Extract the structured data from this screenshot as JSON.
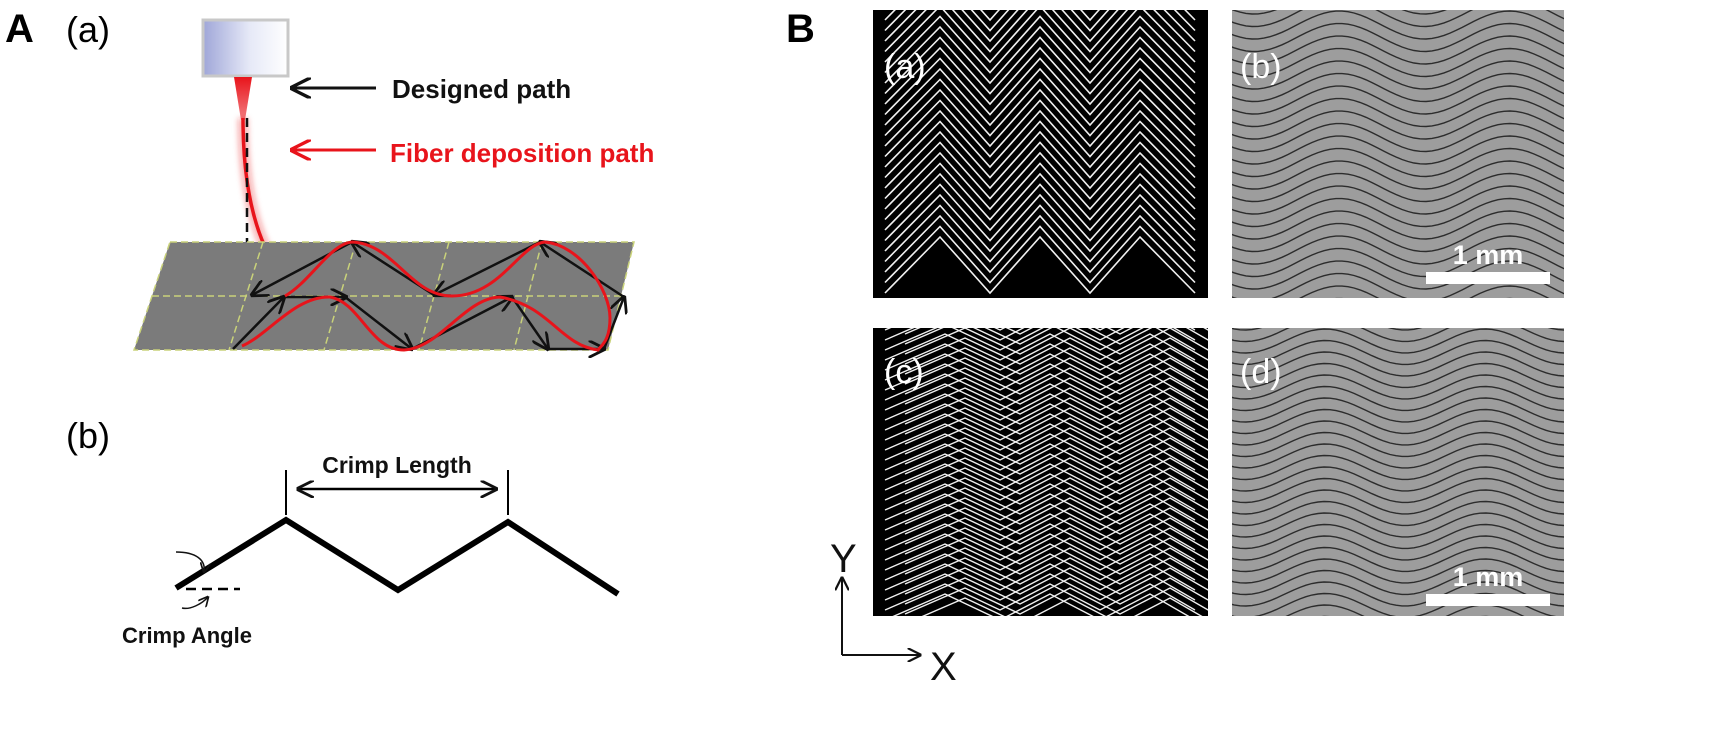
{
  "panel_a": {
    "letter": "A",
    "sub_a_label": "(a)",
    "designed_path_label": "Designed path",
    "fiber_path_label": "Fiber deposition path",
    "sub_b_label": "(b)",
    "crimp_length_label": "Crimp Length",
    "crimp_angle_label": "Crimp Angle"
  },
  "panel_b": {
    "letter": "B",
    "tiles": [
      {
        "label": "(a)",
        "kind": "zigzag-single"
      },
      {
        "label": "(b)",
        "kind": "micrograph",
        "scale_bar": "1 mm"
      },
      {
        "label": "(c)",
        "kind": "zigzag-offset"
      },
      {
        "label": "(d)",
        "kind": "micrograph",
        "scale_bar": "1 mm"
      }
    ],
    "axis_y_label": "Y",
    "axis_x_label": "X"
  },
  "colors": {
    "fiber_red": "#e8141b",
    "designed_black": "#111111",
    "substrate_gray": "#7b7b7b",
    "grid_yellow": "#c9d27a",
    "tile_black": "#000000",
    "micrograph_gray": "#a2a2a2"
  }
}
